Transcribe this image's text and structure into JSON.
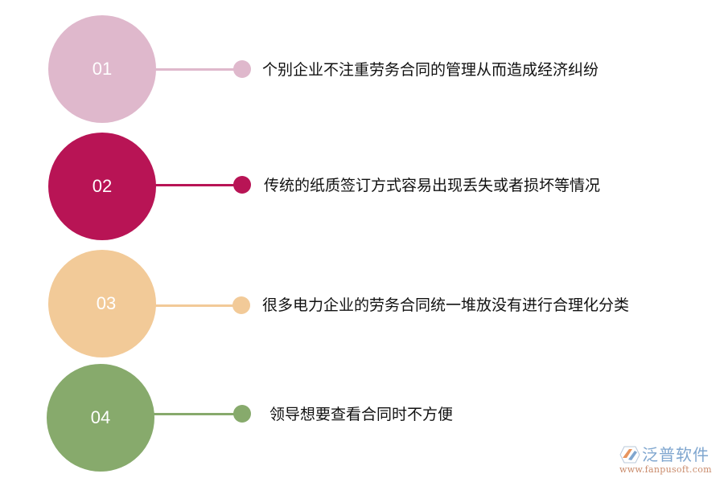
{
  "diagram": {
    "type": "numbered-list-infographic",
    "items": [
      {
        "number": "01",
        "text": "个别企业不注重劳务合同的管理从而造成经济纠纷",
        "color": "#dfb8cc"
      },
      {
        "number": "02",
        "text": "传统的纸质签订方式容易出现丢失或者损坏等情况",
        "color": "#b81455"
      },
      {
        "number": "03",
        "text": "很多电力企业的劳务合同统一堆放没有进行合理化分类",
        "color": "#f2ca98"
      },
      {
        "number": "04",
        "text": "领导想要查看合同时不方便",
        "color": "#87aa6c"
      }
    ]
  },
  "logo": {
    "icon": "fanpu-hexagon-logo-icon",
    "name": "泛普软件",
    "url": "www.fanpusoft.com"
  }
}
